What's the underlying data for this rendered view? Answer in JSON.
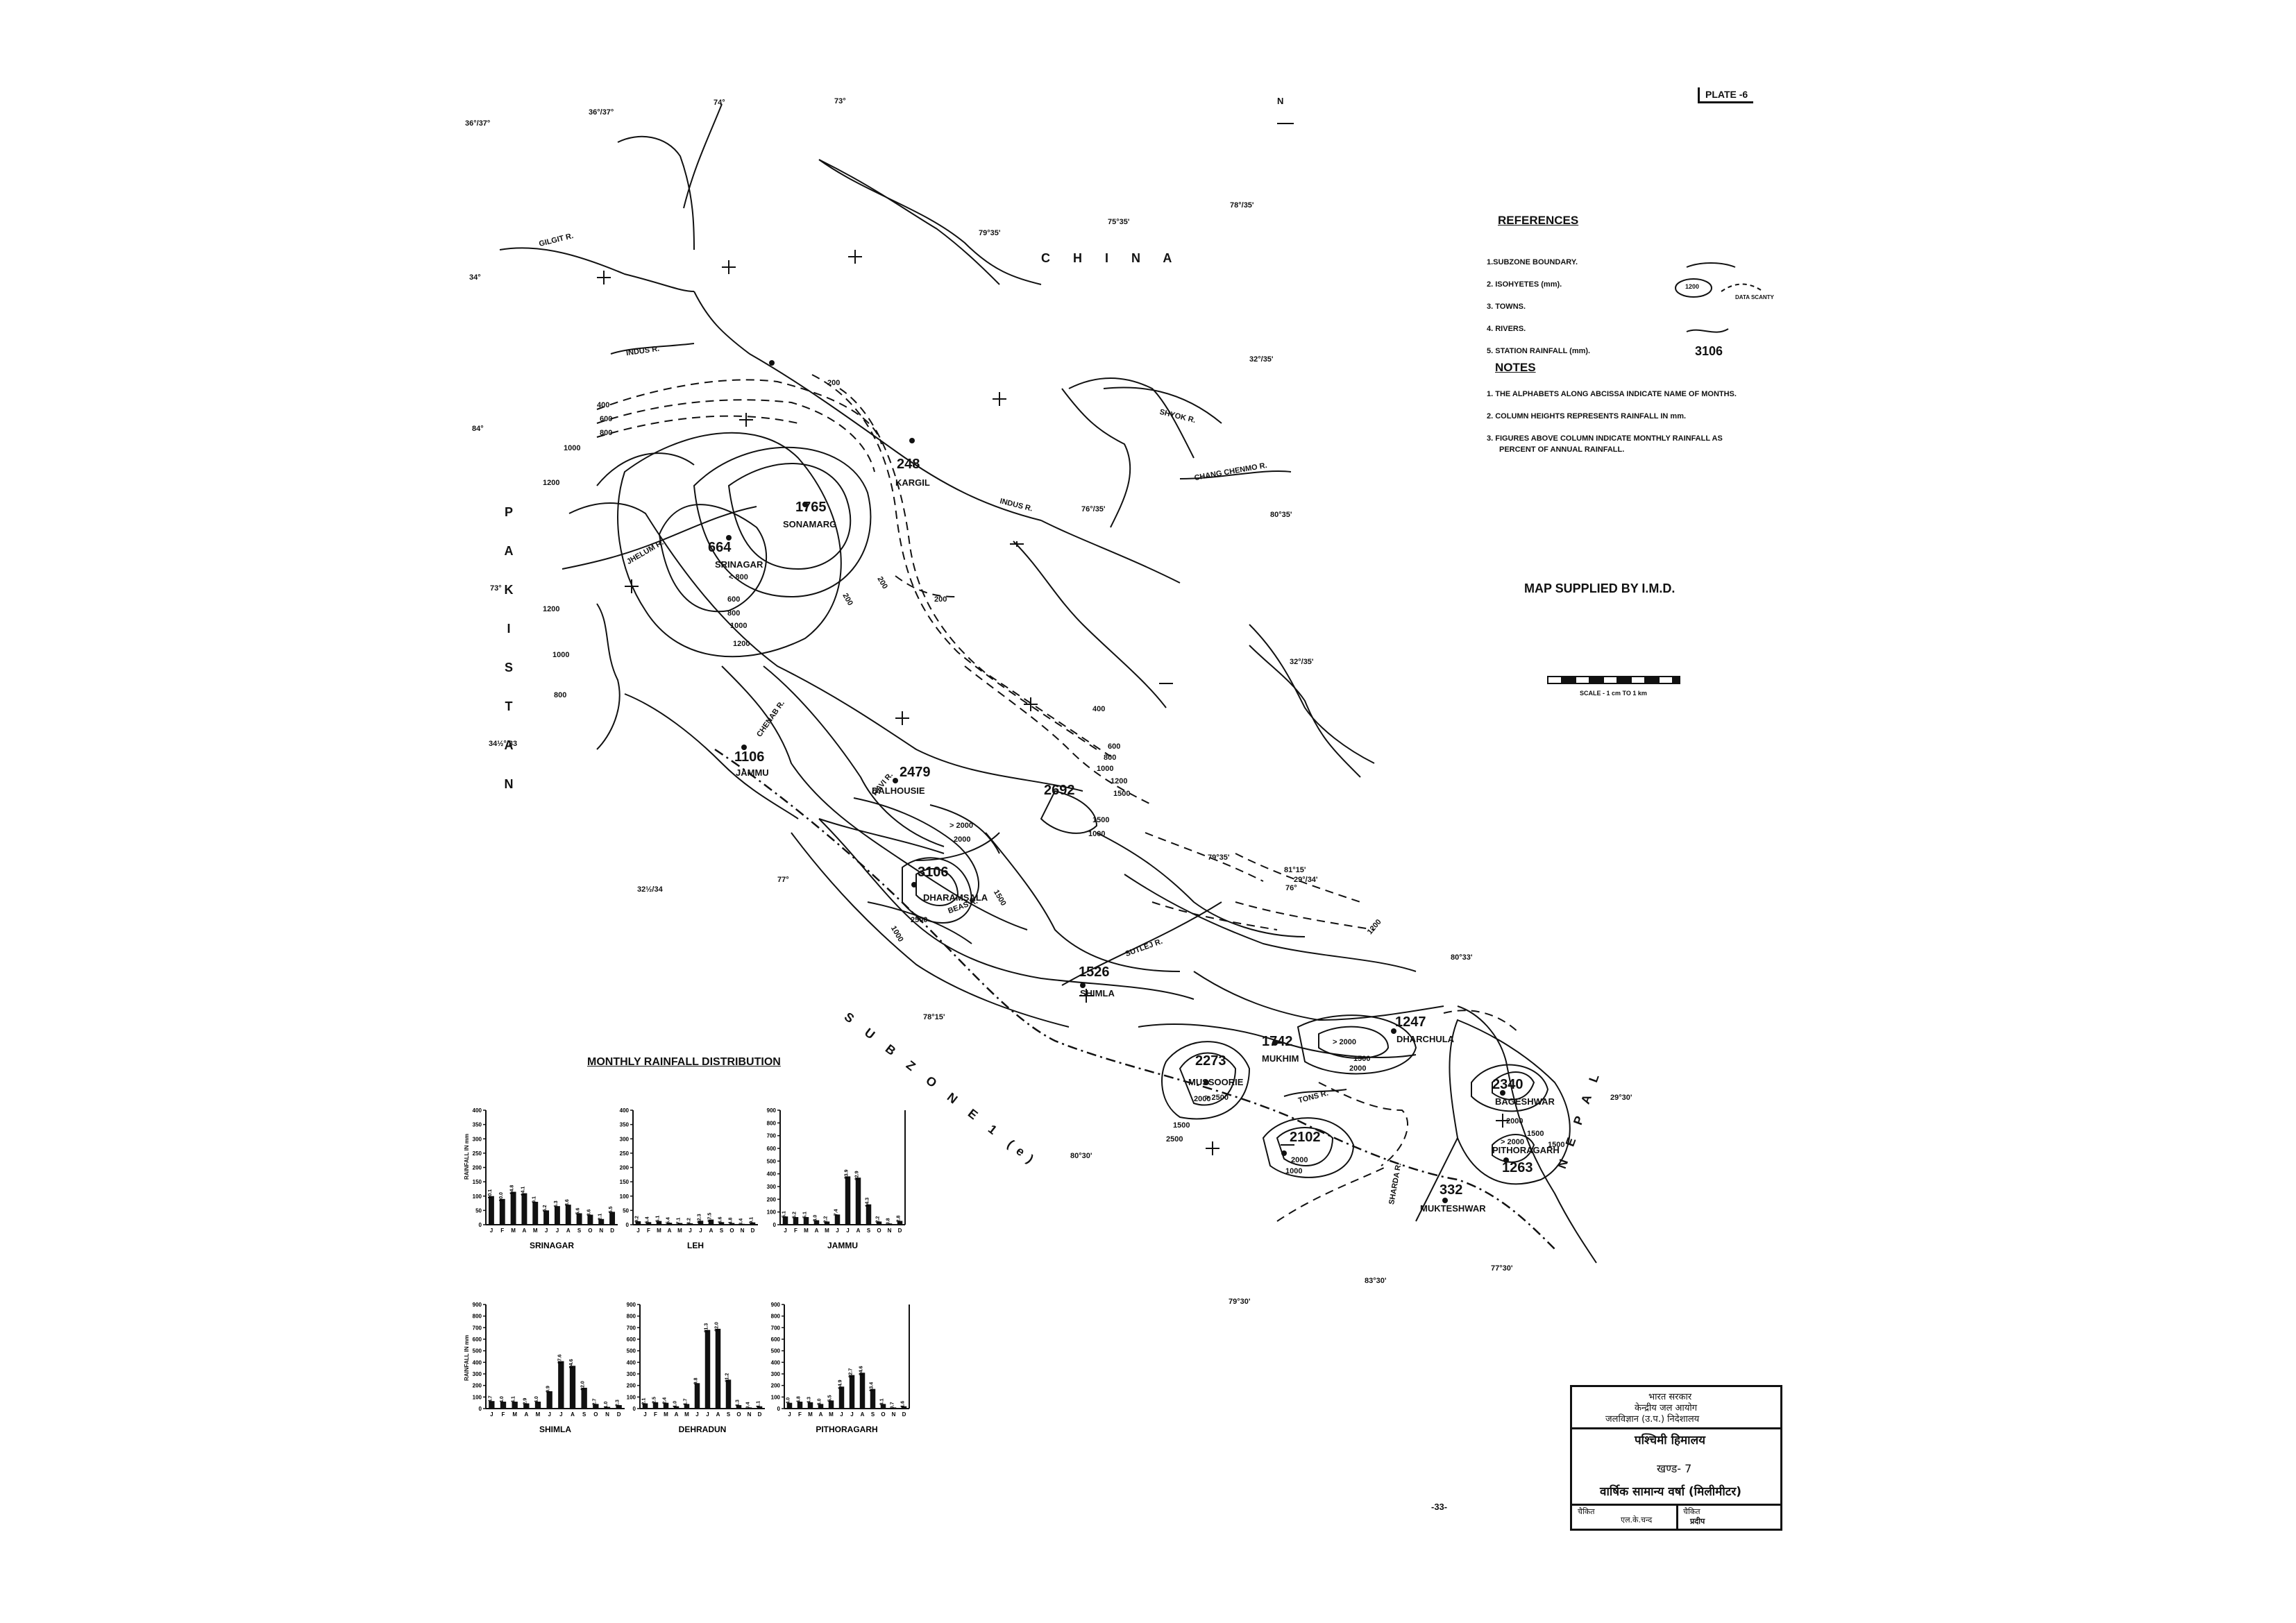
{
  "plate": "PLATE -6",
  "compass": "N",
  "countries": {
    "china": "C H I N A",
    "pakistan": "P A K I S T A N",
    "nepal": "N E P A L"
  },
  "references": {
    "title": "REFERENCES",
    "items": [
      "1.SUBZONE BOUNDARY.",
      "2. ISOHYETES (mm).",
      "3. TOWNS.",
      "4. RIVERS.",
      "5. STATION RAINFALL (mm)."
    ],
    "isohyet_sample": "1200",
    "data_scanty": "DATA SCANTY",
    "station_sample": "3106"
  },
  "notes": {
    "title": "NOTES",
    "items": [
      "1. THE ALPHABETS ALONG ABCISSA INDICATE NAME OF MONTHS.",
      "2. COLUMN HEIGHTS REPRESENTS RAINFALL IN mm.",
      "3. FIGURES ABOVE COLUMN INDICATE MONTHLY RAINFALL AS",
      "PERCENT OF ANNUAL RAINFALL."
    ]
  },
  "map_supplied": "MAP SUPPLIED BY I.M.D.",
  "scale_label": "SCALE - 1 cm TO 1 km",
  "subzone": "S U B Z O N E   1 (e)",
  "rivers": [
    "GILGIT R.",
    "INDUS R.",
    "INDUS R.",
    "SHYOK R.",
    "CHANG CHENMO R.",
    "JHELUM R.",
    "CHENAB R.",
    "RAVI R.",
    "BEAS R.",
    "SUTLEJ R.",
    "TONS R.",
    "SHARDA R."
  ],
  "stations": [
    {
      "name": "KARGIL",
      "value": "248"
    },
    {
      "name": "SONAMARG",
      "value": "1765"
    },
    {
      "name": "SRINAGAR",
      "value": "664"
    },
    {
      "name": "JAMMU",
      "value": "1106"
    },
    {
      "name": "DALHOUSIE",
      "value": "2479"
    },
    {
      "name": "",
      "value": "2692"
    },
    {
      "name": "DHARAMSALA",
      "value": "3106"
    },
    {
      "name": "SHIMLA",
      "value": "1526"
    },
    {
      "name": "MUSSOORIE",
      "value": "2273"
    },
    {
      "name": "MUKHIM",
      "value": "1742"
    },
    {
      "name": "DHARCHULA",
      "value": "1247"
    },
    {
      "name": "BAGESHWAR",
      "value": "2340"
    },
    {
      "name": "PITHORAGARH",
      "value": "1263"
    },
    {
      "name": "",
      "value": "2102"
    },
    {
      "name": "MUKTESHWAR",
      "value": "332"
    }
  ],
  "isohyet_labels": [
    "400",
    "600",
    "800",
    "1000",
    "1200",
    "1200",
    "1000",
    "800",
    "< 800",
    "600",
    "800",
    "1000",
    "1200",
    "200",
    "200",
    "200",
    "200",
    "400",
    "600",
    "800",
    "1000",
    "1200",
    "1500",
    "1500",
    "1000",
    "> 2000",
    "2000",
    "2500",
    "1500",
    "1000",
    "1500",
    "2000",
    "> 2000",
    "2000",
    "1500",
    "> 2500",
    "2500",
    "2000",
    "1500",
    "1000",
    "> 2000",
    "2000",
    "1500",
    "1200"
  ],
  "monthly_title": "MONTHLY RAINFALL DISTRIBUTION",
  "y_axis_label": "RAINFALL IN mm",
  "months": "J F M A M J J A S O N D",
  "title_box": {
    "line1": "भारत सरकार",
    "line2": "केन्द्रीय जल आयोग",
    "line3": "जलविज्ञान (उ.प.) निदेशालय",
    "line4": "पश्चिमी हिमालय",
    "line5": "खण्ड- 7",
    "line6": "वार्षिक सामान्य वर्षा (मिलीमीटर)",
    "cell1": "चैकित",
    "cell2": "एल.के.चन्द",
    "cell3": "चैकित",
    "cell4": "प्रदीप"
  },
  "page_number": "-33-",
  "graticule_labels": [
    "36°/37°",
    "36°/37°",
    "74°",
    "79°35'",
    "75°35'",
    "78°/35'",
    "32°/35'",
    "76°/35'",
    "80°35'",
    "32°/35'",
    "34°",
    "34½°/33",
    "32½/34",
    "77°",
    "84°",
    "73°",
    "73°",
    "78°15'",
    "80°30'",
    "79°35'",
    "80°33'",
    "29°30'",
    "79°30'",
    "83°30'",
    "77°30'",
    "81°15'",
    "29°/34'",
    "76°"
  ],
  "chart_data": [
    {
      "type": "bar",
      "title": "SRINAGAR",
      "categories": [
        "J",
        "F",
        "M",
        "A",
        "M",
        "J",
        "J",
        "A",
        "S",
        "O",
        "N",
        "D"
      ],
      "values": [
        100,
        90,
        115,
        110,
        80,
        50,
        65,
        70,
        40,
        35,
        20,
        45
      ],
      "data_labels": [
        "10.1",
        "10.0",
        "14.8",
        "14.1",
        "9.1",
        "5.2",
        "6.3",
        "8.6",
        "5.6",
        "3.6",
        "2.1",
        "5.5"
      ],
      "ylim": [
        0,
        400
      ]
    },
    {
      "type": "bar",
      "title": "LEH",
      "categories": [
        "J",
        "F",
        "M",
        "A",
        "M",
        "J",
        "J",
        "A",
        "S",
        "O",
        "N",
        "D"
      ],
      "values": [
        12,
        9,
        13,
        7,
        6,
        5,
        14,
        18,
        9,
        6,
        3,
        8
      ],
      "data_labels": [
        "9.2",
        "5.4",
        "6.1",
        "5.4",
        "7.1",
        "3.2",
        "12.3",
        "17.5",
        "6.6",
        "4.8",
        "3.4",
        "9.1"
      ],
      "ylim": [
        0,
        400
      ]
    },
    {
      "type": "bar",
      "title": "JAMMU",
      "categories": [
        "J",
        "F",
        "M",
        "A",
        "M",
        "J",
        "J",
        "A",
        "S",
        "O",
        "N",
        "D"
      ],
      "values": [
        65,
        60,
        60,
        35,
        25,
        80,
        380,
        370,
        160,
        25,
        10,
        30
      ],
      "data_labels": [
        "5.1",
        "5.2",
        "5.1",
        "3.0",
        "2.2",
        "7.4",
        "33.9",
        "32.9",
        "14.3",
        "2.2",
        "0.8",
        "2.8"
      ],
      "ylim": [
        0,
        900
      ]
    },
    {
      "type": "bar",
      "title": "SHIMLA",
      "categories": [
        "J",
        "F",
        "M",
        "A",
        "M",
        "J",
        "J",
        "A",
        "S",
        "O",
        "N",
        "D"
      ],
      "values": [
        65,
        60,
        60,
        45,
        60,
        150,
        410,
        370,
        180,
        40,
        15,
        30
      ],
      "data_labels": [
        "4.7",
        "4.0",
        "4.1",
        "2.9",
        "4.0",
        "9.9",
        "27.6",
        "24.6",
        "12.0",
        "2.7",
        "1.0",
        "2.3"
      ],
      "ylim": [
        0,
        900
      ]
    },
    {
      "type": "bar",
      "title": "DEHRADUN",
      "categories": [
        "J",
        "F",
        "M",
        "A",
        "M",
        "J",
        "J",
        "A",
        "S",
        "O",
        "N",
        "D"
      ],
      "values": [
        45,
        55,
        50,
        20,
        40,
        220,
        680,
        690,
        250,
        30,
        10,
        20
      ],
      "data_labels": [
        "2.1",
        "2.5",
        "2.4",
        "1.0",
        "1.7",
        "9.8",
        "31.3",
        "32.0",
        "11.2",
        "1.3",
        "0.4",
        "1.1"
      ],
      "ylim": [
        0,
        900
      ]
    },
    {
      "type": "bar",
      "title": "PITHORAGARH",
      "categories": [
        "J",
        "F",
        "M",
        "A",
        "M",
        "J",
        "J",
        "A",
        "S",
        "O",
        "N",
        "D"
      ],
      "values": [
        50,
        60,
        55,
        40,
        70,
        190,
        290,
        310,
        170,
        40,
        10,
        20
      ],
      "data_labels": [
        "4.0",
        "4.8",
        "4.3",
        "3.0",
        "5.5",
        "14.9",
        "22.7",
        "24.6",
        "13.4",
        "3.1",
        "0.7",
        "1.6"
      ],
      "ylim": [
        0,
        900
      ]
    }
  ]
}
